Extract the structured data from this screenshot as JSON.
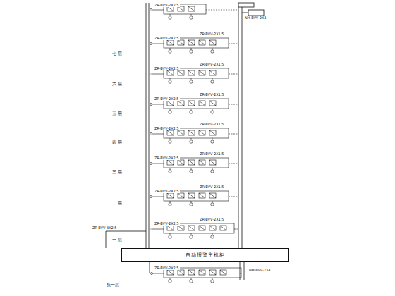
{
  "diagram": {
    "nodes": [
      {
        "text": [
          "自动报警主机柜"
        ]
      }
    ],
    "labels": [
      "七 层",
      "六 层",
      "五 层",
      "四 层",
      "三 层",
      "二 层",
      "一 层",
      "负一层",
      "ZR-BVV-2X2.5",
      "ZR-BVV-2X2.5",
      "ZR-BVV-2X2.5",
      "ZR-BVV-2X2.5",
      "ZR-BVV-2X2.5",
      "ZR-BVV-2X2.5",
      "ZR-BVV-2X2.5",
      "ZR-BVV-2X2.5",
      "ZR-BVV-2X2.5",
      "ZR-BVV-2X1.5",
      "ZR-BVV-2X1.5",
      "ZR-BVV-2X1.5",
      "ZR-BVV-2X1.5",
      "ZR-BVV-2X1.5",
      "ZR-BVV-2X1.5",
      "ZR-BVV-2X1.5",
      "ZR-BVV-4X2.5",
      "NH-BVV-2X4",
      "NH-BVV-2X4"
    ]
  }
}
